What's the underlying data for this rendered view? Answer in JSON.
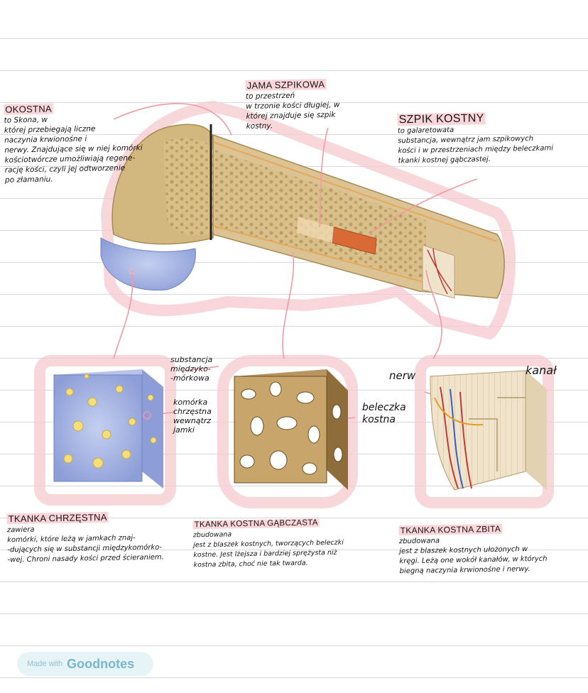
{
  "notes": {
    "okostna": {
      "term": "OKOSTNA",
      "text": "to Skona, w\nktórej przebiegają liczne\nnaczynia krwionośne i\nnerwy. Znajdujące się w niej komórki\nkościotwórcze umożliwiają regene-\nrację kości, czyli jej odtworzenie\npo złamaniu."
    },
    "jama": {
      "term": "JAMA SZPIKOWA",
      "text": "to przestrzeń\nw trzonie kości długiej, w\nktórej znajduje się szpik\nkostny."
    },
    "szpik": {
      "term": "SZPIK KOSTNY",
      "text": "to galaretowata\nsubstancja, wewnątrz jam szpikowych\nkości i w przestrzeniach między beleczkami\ntkanki kostnej gąbczastej."
    },
    "chrzestna": {
      "term": "TKANKA CHRZĘSTNA",
      "text": "zawiera\nkomórki, które leżą w jamkach znaj-\n-dujących się w substancji międzykomórko-\n-wej. Chroni nasady kości przed ścieraniem."
    },
    "gabczasta": {
      "term": "TKANKA KOSTNA GĄBCZASTA",
      "text": "zbudowana\njest z blaszek kostnych, tworzących beleczki\nkostne. Jest lżejsza i bardziej sprężysta niż\nkostna zbita, choć nie tak twarda."
    },
    "zbita": {
      "term": "TKANKA KOSTNA ZBITA",
      "text": "zbudowana\njest z blaszek kostnych ułożonych w\nkręgi. Leżą one wokół kanałów, w których\nbiegną naczynia krwionośne i nerwy."
    }
  },
  "labels": {
    "substancja": "substancja\nmiędzyko-\n-mórkowa",
    "komorka": "komórka\nchrzęstna\nwewnątrz\njamki",
    "beleczka": "beleczka\nkostna",
    "nerw": "nerw",
    "kanal": "kanał"
  },
  "badge": {
    "made_with": "Made with",
    "brand": "Goodnotes"
  },
  "colors": {
    "highlight": "#f6b4be",
    "bone": "#d8c28e",
    "cartilage": "#aab8e6",
    "marrow": "#d96a36"
  }
}
